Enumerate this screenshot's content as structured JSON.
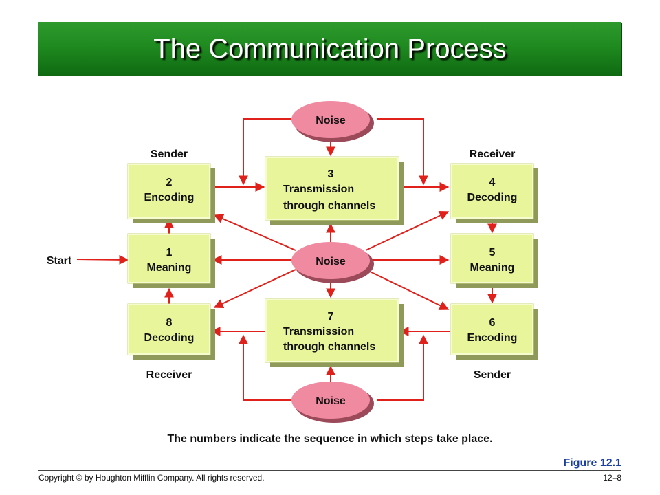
{
  "title": "The Communication Process",
  "nodes": {
    "encoding_top": {
      "num": "2",
      "label": "Encoding"
    },
    "meaning_left": {
      "num": "1",
      "label": "Meaning"
    },
    "decoding_left": {
      "num": "8",
      "label": "Decoding"
    },
    "transmission_top": {
      "num": "3",
      "line1": "Transmission",
      "line2": "through channels"
    },
    "transmission_bottom": {
      "num": "7",
      "line1": "Transmission",
      "line2": "through channels"
    },
    "decoding_right": {
      "num": "4",
      "label": "Decoding"
    },
    "meaning_right": {
      "num": "5",
      "label": "Meaning"
    },
    "encoding_right": {
      "num": "6",
      "label": "Encoding"
    },
    "noise_top": "Noise",
    "noise_center": "Noise",
    "noise_bottom": "Noise"
  },
  "labels": {
    "sender_top": "Sender",
    "receiver_top": "Receiver",
    "receiver_bottom": "Receiver",
    "sender_bottom": "Sender",
    "start": "Start"
  },
  "caption": "The numbers indicate the sequence in which steps take place.",
  "figure": "Figure 12.1",
  "footer": {
    "copyright": "Copyright © by Houghton Mifflin Company. All rights reserved.",
    "page": "12–8"
  },
  "colors": {
    "title_bar": "#1f8a1f",
    "box_fill": "#e8f59a",
    "noise_fill": "#f08aa0",
    "arrow": "#e0201a",
    "figure_label": "#1a3fa0"
  }
}
